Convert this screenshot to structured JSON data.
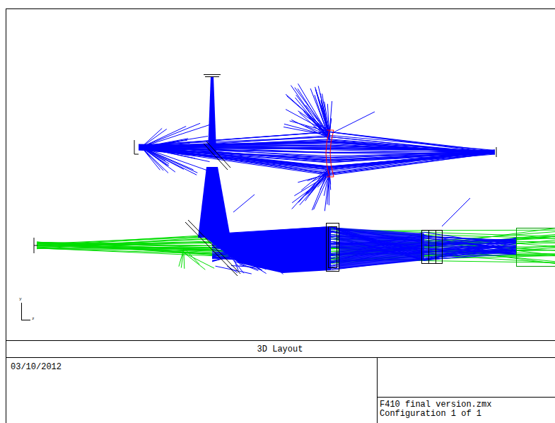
{
  "diagram": {
    "labels": [
      "3D Layout",
      "03/10/2012",
      "F410 final version.zmx",
      "Configuration 1 of 1",
      "y",
      "z"
    ]
  }
}
